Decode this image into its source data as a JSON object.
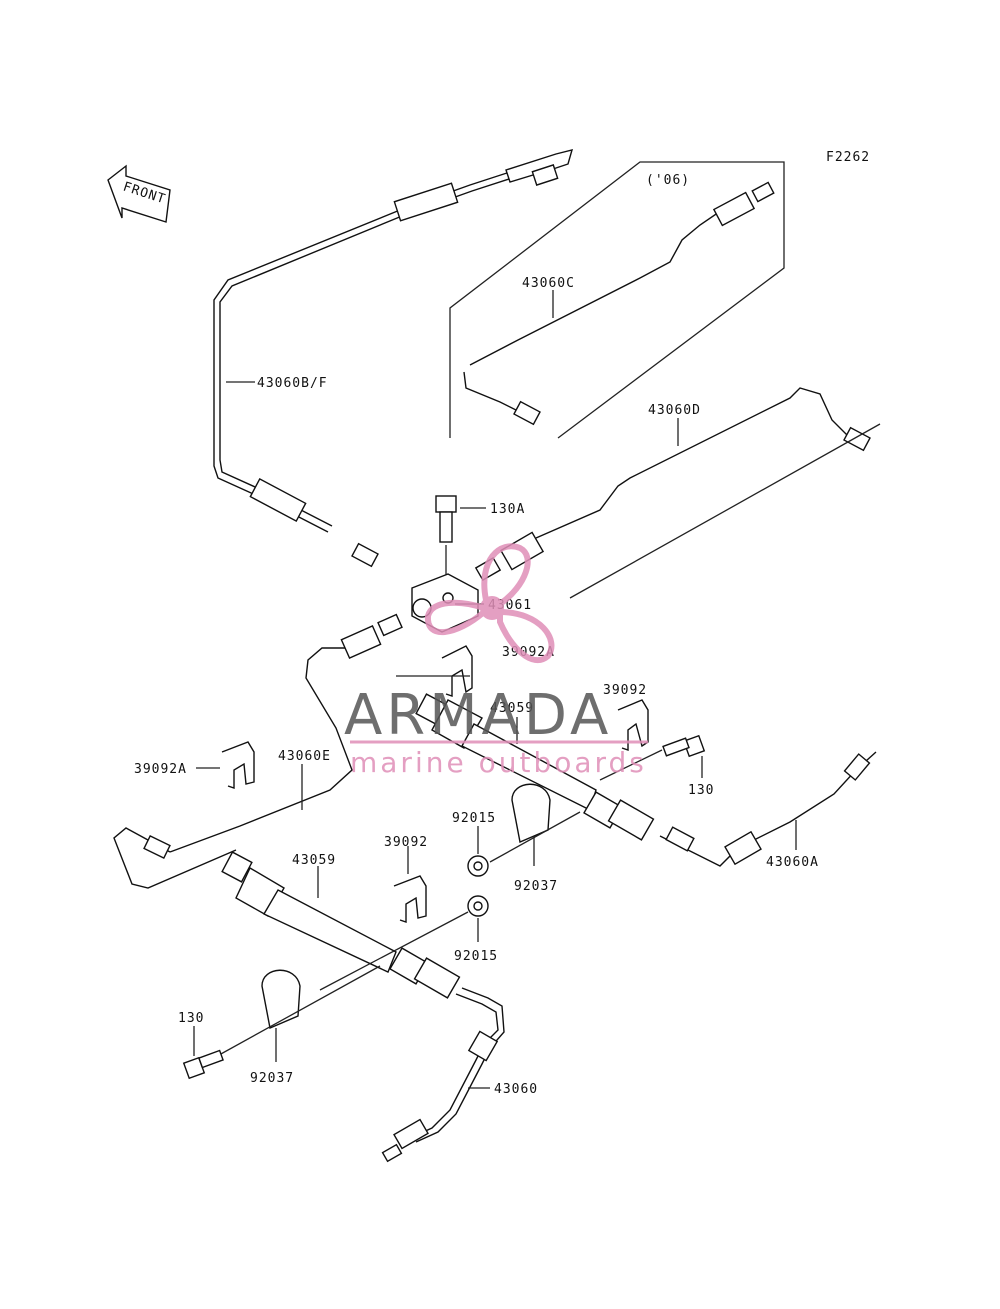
{
  "figure_code": "F2262",
  "year_note": "('06)",
  "front_label": "FRONT",
  "parts": {
    "p43060BF": "43060B/F",
    "p43060C": "43060C",
    "p43060D": "43060D",
    "p130A": "130A",
    "p43061": "43061",
    "p39092A_top": "39092A",
    "p39092_right": "39092",
    "p43059_top": "43059",
    "p130_right": "130",
    "p39092A_left": "39092A",
    "p43060E": "43060E",
    "p92015_top": "92015",
    "p92037_top": "92037",
    "p43060A": "43060A",
    "p39092_mid": "39092",
    "p43059_bottom": "43059",
    "p92015_bottom": "92015",
    "p130_left": "130",
    "p92037_bottom": "92037",
    "p43060": "43060"
  },
  "watermark": {
    "brand": "ARMADA",
    "tagline": "marine outboards",
    "accent_color": "#e08fb8",
    "text_color": "#555555"
  }
}
